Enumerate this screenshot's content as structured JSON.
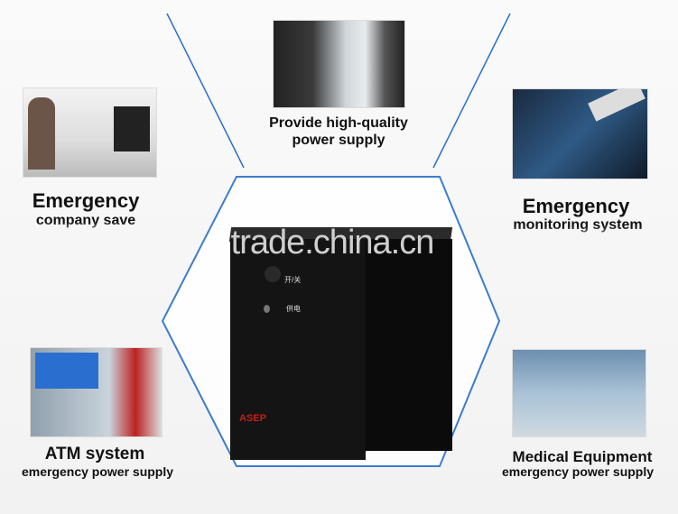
{
  "center": {
    "line1": "Provide high-quality",
    "line2": "power supply"
  },
  "top_left": {
    "title": "Emergency",
    "subtitle": "company save"
  },
  "top_right": {
    "title": "Emergency",
    "subtitle": "monitoring system"
  },
  "bottom_left": {
    "title": "ATM system",
    "subtitle": "emergency power supply"
  },
  "bottom_right": {
    "title": "Medical Equipment",
    "subtitle": "emergency power supply"
  },
  "product": {
    "switch_label": "开/关",
    "power_label": "供电",
    "brand": "ASEP"
  },
  "watermark": "trade.china.cn",
  "colors": {
    "accent_line": "#2a6fc9",
    "product_body": "#151515",
    "brand": "#c0201a"
  }
}
